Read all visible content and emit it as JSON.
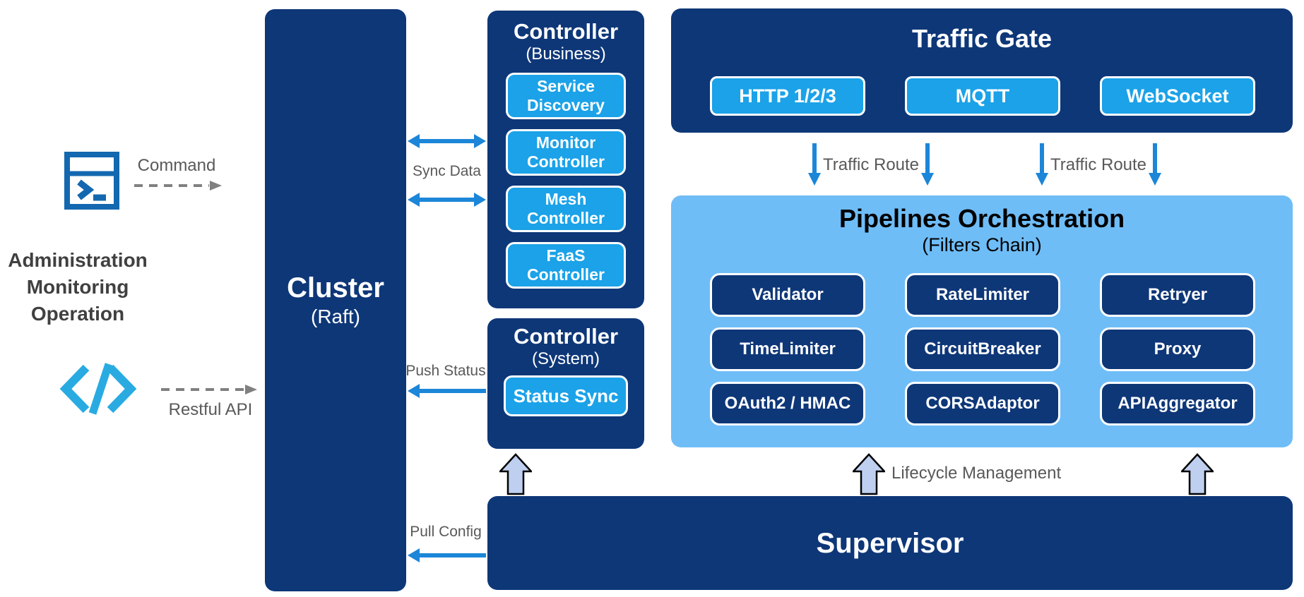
{
  "colors": {
    "navy": "#0E3778",
    "service_chip_blue": "#1BA2E8",
    "pipelines_panel_blue": "#6FBDF7",
    "arrow_blue": "#1C86D8",
    "dashed_arrow_gray": "#808080",
    "label_gray": "#595959",
    "admin_text_gray": "#404040",
    "terminal_icon_blue": "#1368B0",
    "code_icon_blue": "#29ABE2",
    "block_arrow_fill": "#BFCFEF"
  },
  "admin": {
    "lines": [
      "Administration",
      "Monitoring",
      "Operation"
    ]
  },
  "labels": {
    "command": "Command",
    "restful_api": "Restful API",
    "sync_data": "Sync Data",
    "push_status": "Push Status",
    "pull_config": "Pull Config",
    "traffic_route_left": "Traffic Route",
    "traffic_route_right": "Traffic Route",
    "lifecycle": "Lifecycle Management"
  },
  "cluster": {
    "title": "Cluster",
    "subtitle": "(Raft)"
  },
  "controller_business": {
    "title": "Controller",
    "subtitle": "(Business)",
    "items": [
      "Service Discovery",
      "Monitor Controller",
      "Mesh Controller",
      "FaaS Controller"
    ]
  },
  "controller_system": {
    "title": "Controller",
    "subtitle": "(System)",
    "items": [
      "Status Sync"
    ]
  },
  "traffic_gate": {
    "title": "Traffic Gate",
    "protocols": [
      "HTTP 1/2/3",
      "MQTT",
      "WebSocket"
    ]
  },
  "pipelines": {
    "title": "Pipelines Orchestration",
    "subtitle": "(Filters Chain)",
    "filters": [
      "Validator",
      "RateLimiter",
      "Retryer",
      "TimeLimiter",
      "CircuitBreaker",
      "Proxy",
      "OAuth2 / HMAC",
      "CORSAdaptor",
      "APIAggregator"
    ]
  },
  "supervisor": {
    "title": "Supervisor"
  }
}
